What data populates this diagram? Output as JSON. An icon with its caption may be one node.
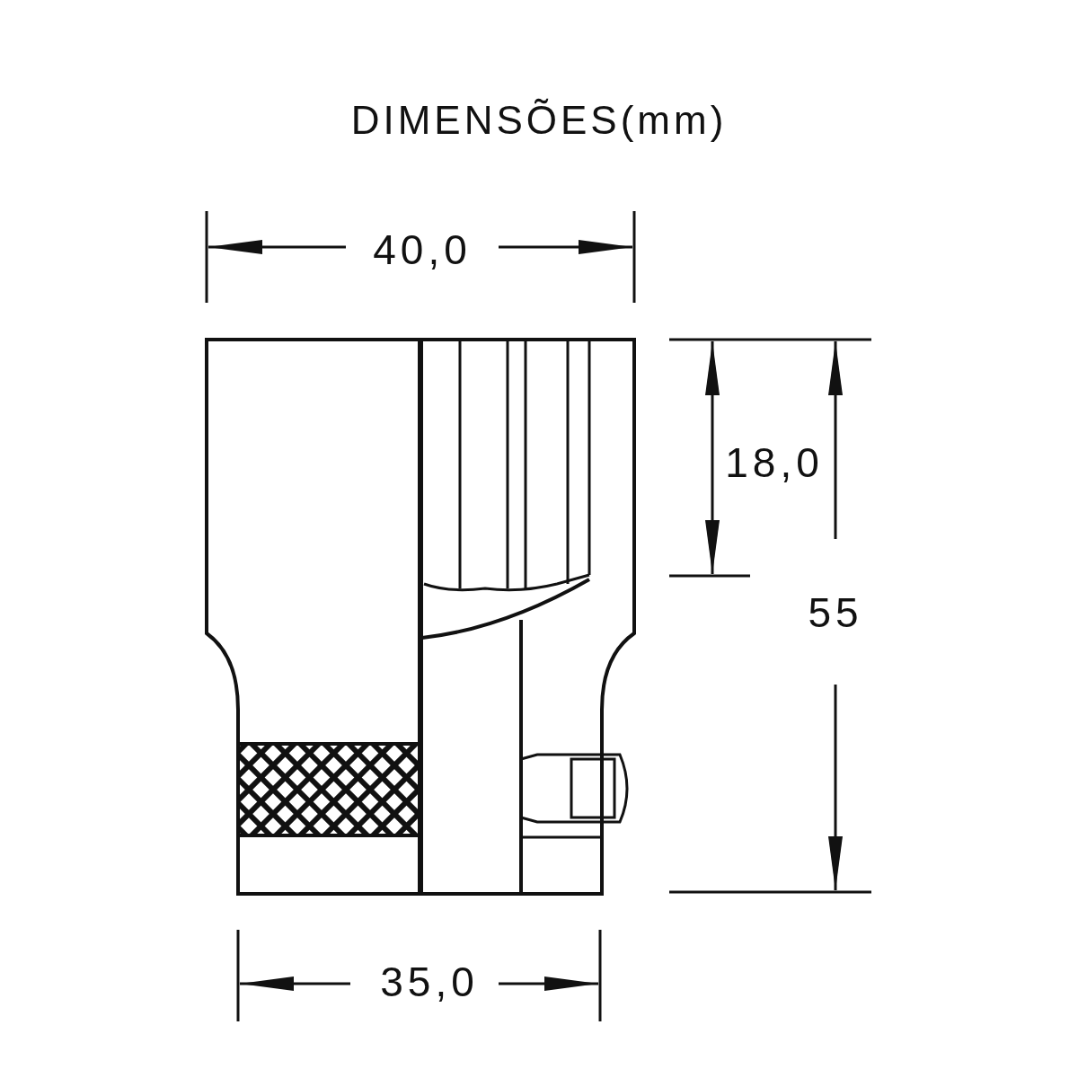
{
  "diagram": {
    "title": "DIMENSÕES(mm)",
    "labels": [
      "40,0",
      "18,0",
      "55",
      "35,0"
    ]
  }
}
